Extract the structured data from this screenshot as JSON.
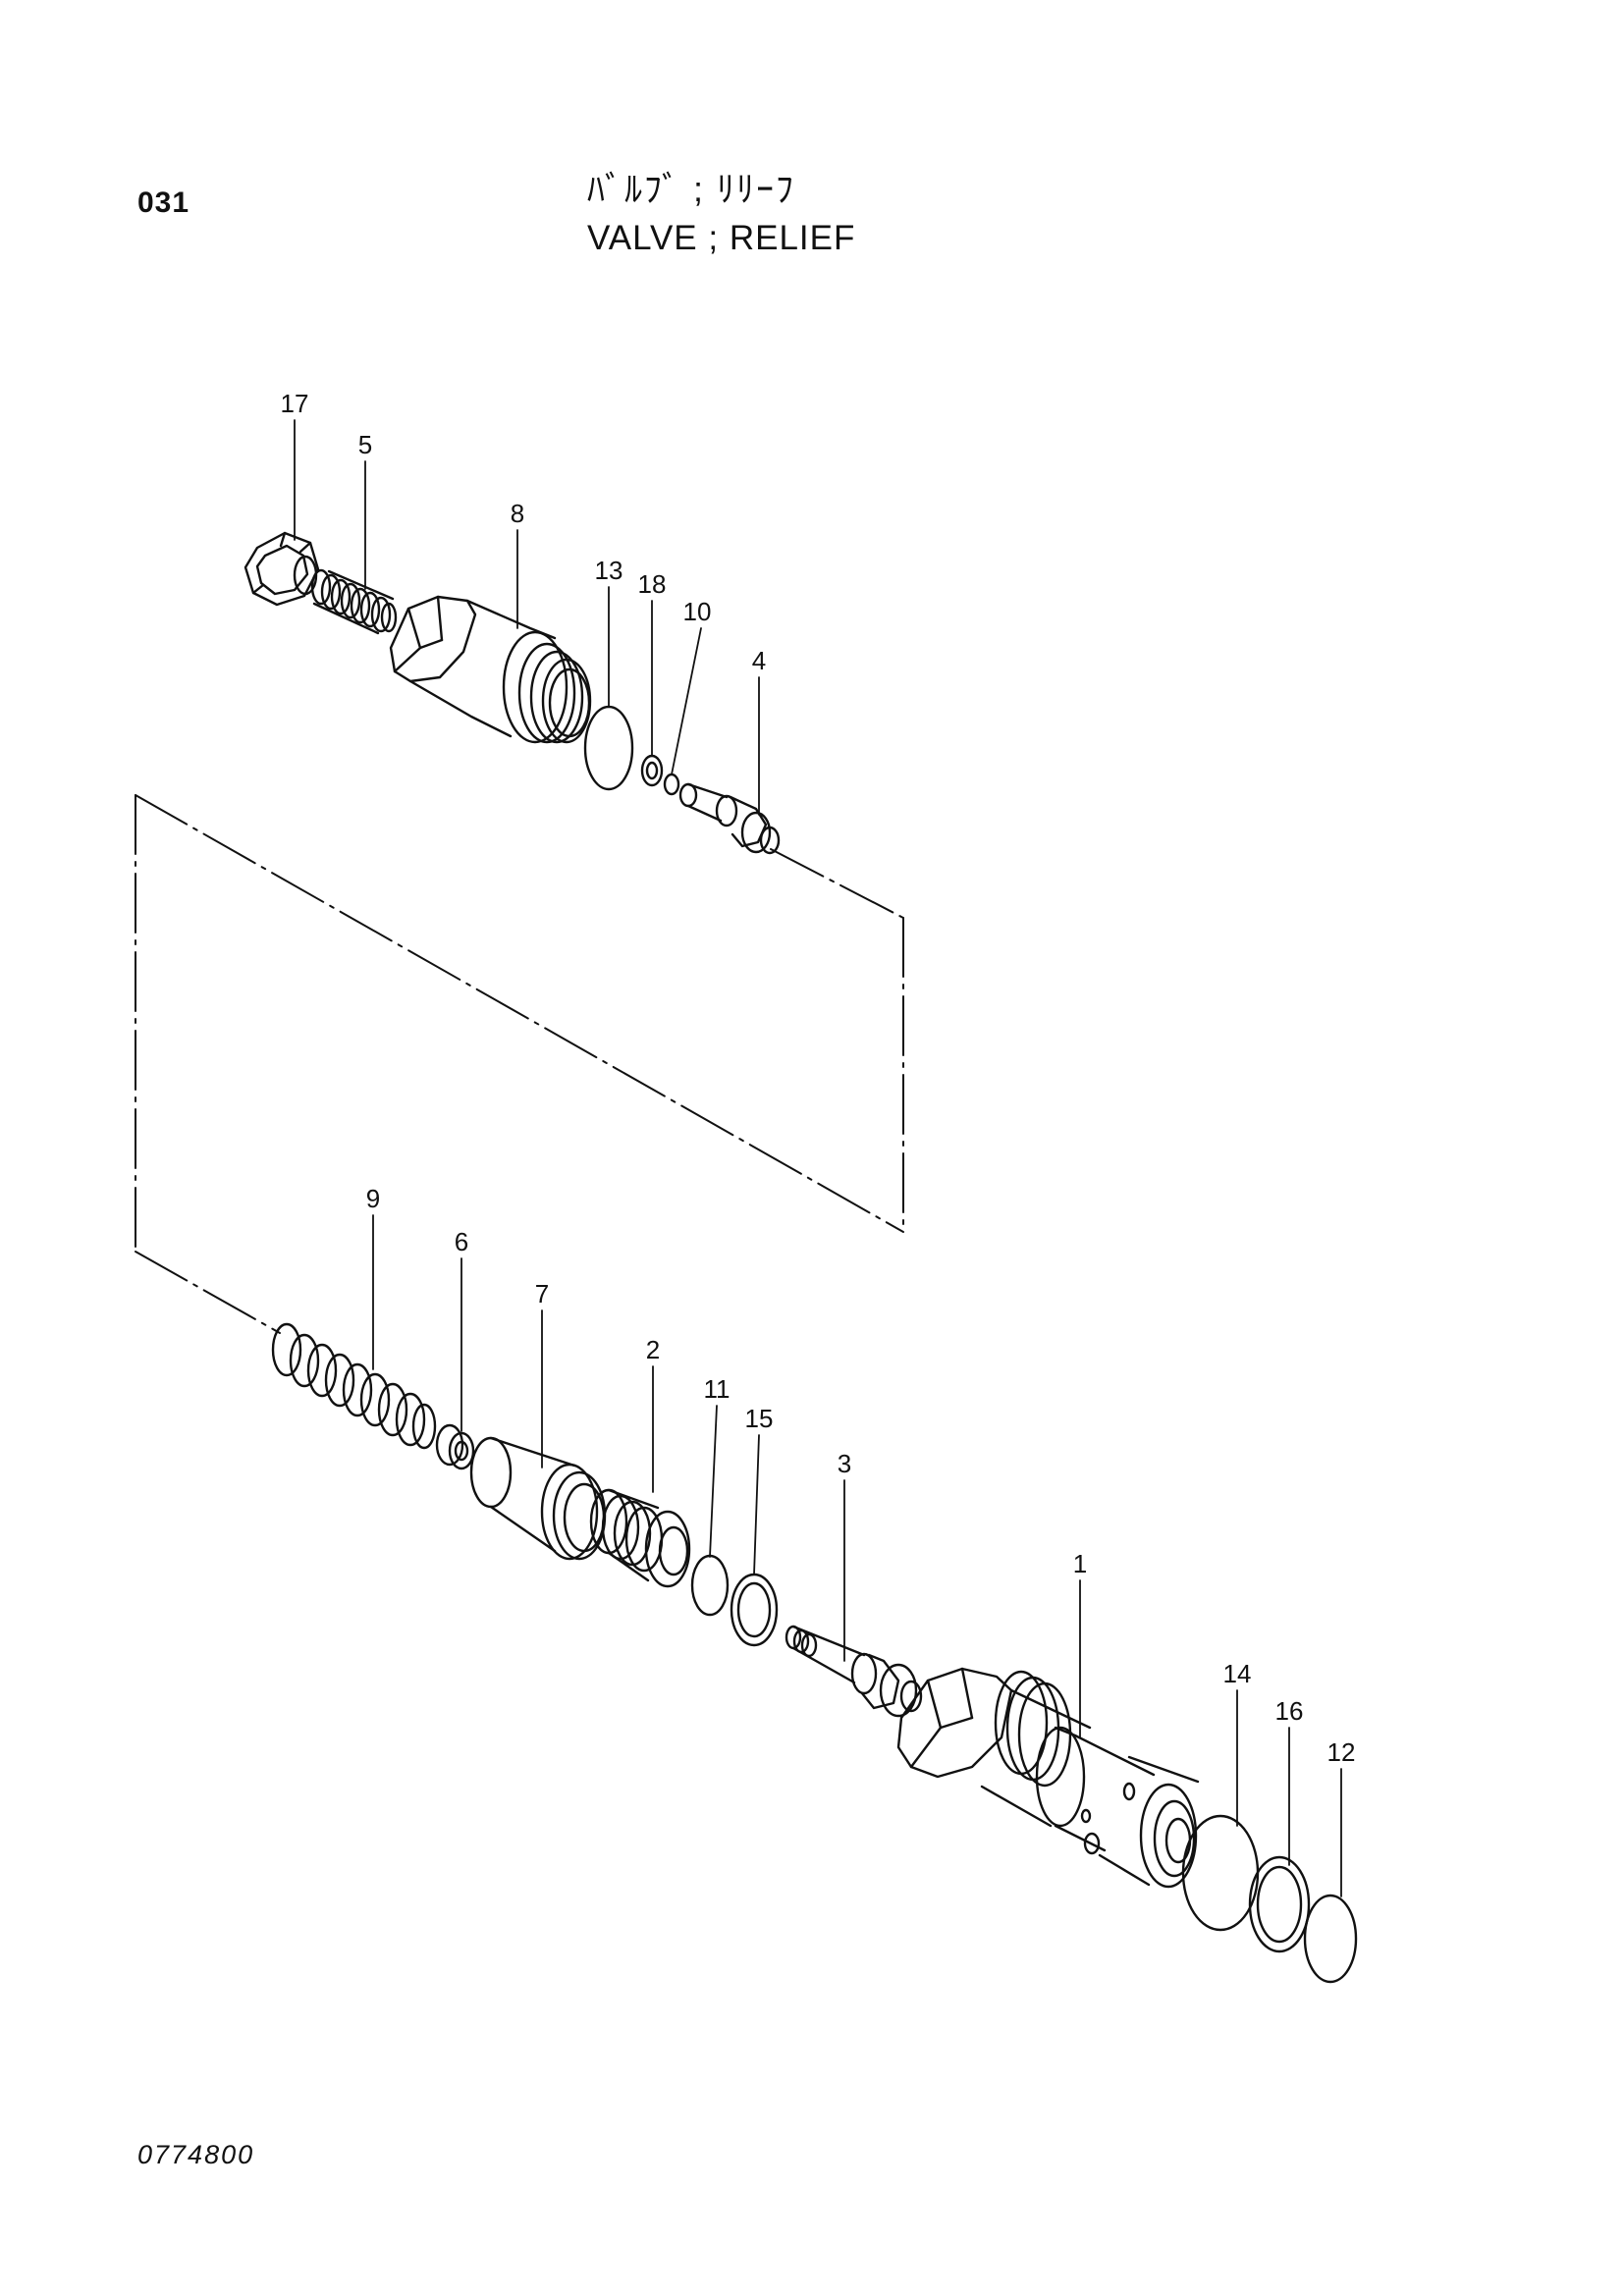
{
  "header": {
    "page_number": "031",
    "title_jp": "ﾊﾞﾙﾌﾞ ; ﾘﾘｰﾌ",
    "title_en": "VALVE ; RELIEF"
  },
  "footer": {
    "drawing_code": "0774800"
  },
  "callouts": {
    "p1": "1",
    "p2": "2",
    "p3": "3",
    "p4": "4",
    "p5": "5",
    "p6": "6",
    "p7": "7",
    "p8": "8",
    "p9": "9",
    "p10": "10",
    "p11": "11",
    "p12": "12",
    "p13": "13",
    "p14": "14",
    "p15": "15",
    "p16": "16",
    "p17": "17",
    "p18": "18"
  }
}
